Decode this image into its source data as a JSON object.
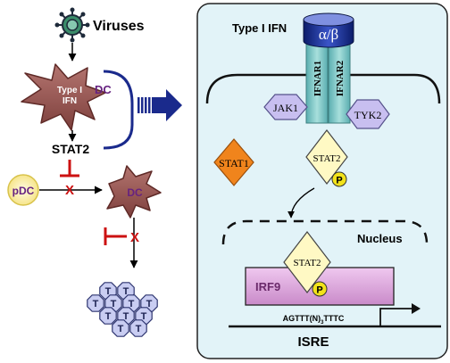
{
  "left_panel": {
    "virus_label": "Viruses",
    "dc_label": "DC",
    "type1_ifn_line1": "Type I",
    "type1_ifn_line2": "IFN",
    "stat2_label": "STAT2",
    "pdc_label": "pDC",
    "dc2_label": "DC",
    "inhibit_mark": "X",
    "t_cell_label": "T"
  },
  "right_panel": {
    "type1_ifn_label": "Type I IFN",
    "alpha_beta_label": "α/β",
    "ifnar1_label": "IFNAR1",
    "ifnar2_label": "IFNAR2",
    "jak1_label": "JAK1",
    "tyk2_label": "TYK2",
    "stat1_label": "STAT1",
    "stat2_label": "STAT2",
    "phospho_label": "P",
    "nucleus_label": "Nucleus",
    "irf9_label": "IRF9",
    "stat2_nuclear_label": "STAT2",
    "isre_sequence_a": "AGTTT(N)",
    "isre_sequence_sub": "3",
    "isre_sequence_b": "TTTC",
    "isre_label": "ISRE"
  },
  "colors": {
    "panel_fill": "#e2f3f8",
    "cell_fill": "#9b5a55",
    "dc_text": "#662280",
    "inhibit_red": "#cc1111",
    "arrow_blue": "#1a2a8c",
    "receptor_teal": "#7cc4c2",
    "stat1_orange": "#f0841c",
    "stat2_yellow": "#fff9c4",
    "phospho_yellow": "#f2e21a",
    "jak_purple": "#c8bff0",
    "irf9_fill": "#e6b0e6",
    "irf9_text": "#6b2a6b",
    "t_cell_fill": "#c9cdf2"
  }
}
